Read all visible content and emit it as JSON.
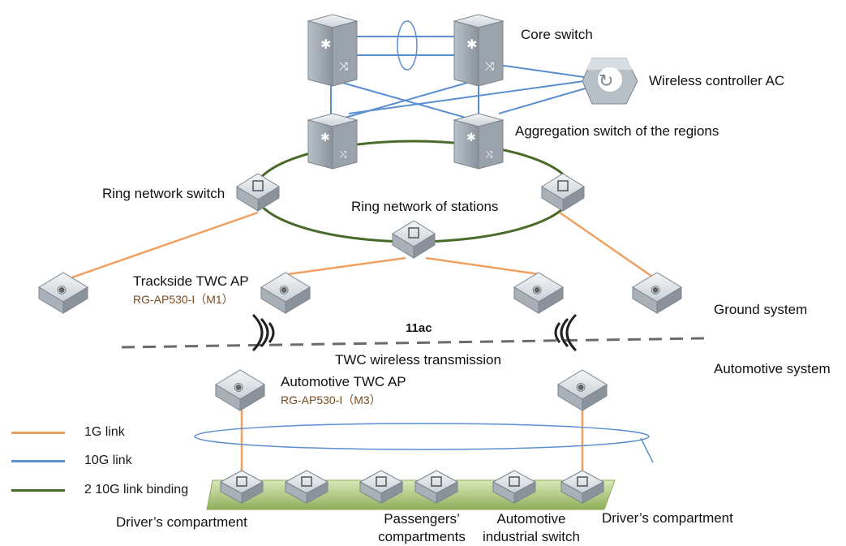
{
  "labels": {
    "core_switch": "Core switch",
    "wireless_controller": "Wireless controller AC",
    "aggregation_switch": "Aggregation switch of the regions",
    "ring_network_switch": "Ring network switch",
    "ring_of_stations": "Ring network of stations",
    "trackside_ap": "Trackside TWC AP",
    "trackside_ap_model": "RG-AP530-I（M1）",
    "ground_system": "Ground system",
    "standard": "11ac",
    "twc_transmission": "TWC wireless transmission",
    "automotive_system": "Automotive system",
    "automotive_ap": "Automotive TWC AP",
    "automotive_ap_model": "RG-AP530-I（M3）",
    "drivers_compartment_left": "Driver’s compartment",
    "passengers_line1": "Passengers’",
    "passengers_line2": "compartments",
    "industrial_line1": "Automotive",
    "industrial_line2": "industrial switch",
    "drivers_compartment_right": "Driver’s compartment"
  },
  "legend": [
    {
      "label": "1G link",
      "color": "#f0a060"
    },
    {
      "label": "10G link",
      "color": "#5a8ed0"
    },
    {
      "label": "2 10G link binding",
      "color": "#4a6a2a"
    }
  ],
  "colors": {
    "link_1g": "#f0a060",
    "link_10g": "#5a8ed0",
    "link_binding": "#4a6a2a",
    "device_top": "#dfe4e8",
    "device_side": "#a8b0b8",
    "divider": "#6b6b6b",
    "train_floor": "#a8c07a"
  },
  "icons": {
    "core_switch": "layer3-switch-icon",
    "aggregation_switch": "layer3-switch-icon",
    "ring_switch": "access-switch-icon",
    "access_point": "wireless-ap-icon",
    "controller": "wireless-controller-icon",
    "signal": "radio-wave-icon"
  }
}
